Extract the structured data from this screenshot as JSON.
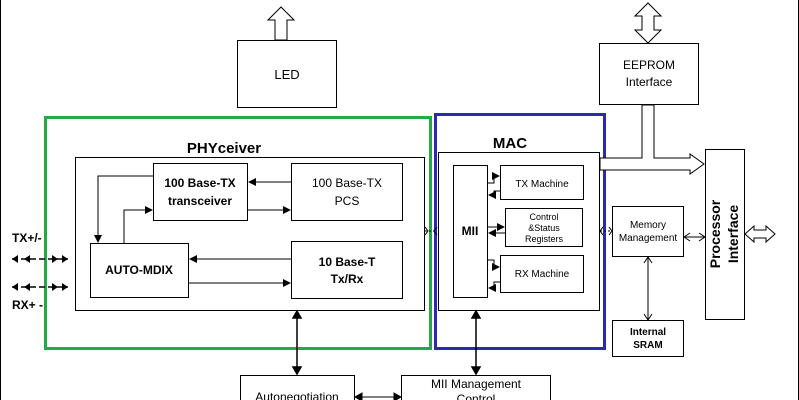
{
  "blocks": {
    "led": "LED",
    "eeprom": [
      "EEPROM",
      "Interface"
    ],
    "phyceiver": "PHYceiver",
    "mac": "MAC",
    "base100tx_transceiver": [
      "100 Base-TX",
      "transceiver"
    ],
    "base100tx_pcs": [
      "100 Base-TX",
      "PCS"
    ],
    "auto_mdix": "AUTO-MDIX",
    "base10t": [
      "10 Base-T",
      "Tx/Rx"
    ],
    "mii": "MII",
    "tx_machine": "TX Machine",
    "control_status": [
      "Control",
      "&Status",
      "Registers"
    ],
    "rx_machine": "RX Machine",
    "memory_management": [
      "Memory",
      "Management"
    ],
    "processor_interface": [
      "Processor",
      "Interface"
    ],
    "internal_sram": [
      "Internal",
      "SRAM"
    ],
    "autonegotiation": "Autonegotiation",
    "mii_management": [
      "MII Management",
      "Control"
    ]
  },
  "ports": {
    "tx": "TX+/-",
    "rx": "RX+ -"
  },
  "colors": {
    "phyceiver_border": "#22aa44",
    "mac_border": "#2a2ab0",
    "line": "#000000"
  }
}
